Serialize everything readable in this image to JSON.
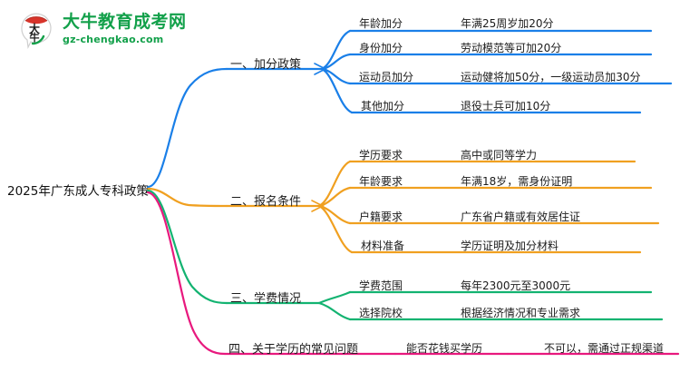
{
  "logo": {
    "brand_cn": "大牛教育成考网",
    "brand_en": "gz-chengkao.com",
    "mark_text": "大牛",
    "colors": {
      "green": "#12a04a",
      "red": "#d8342b"
    }
  },
  "mindmap": {
    "root": "2025年广东成人专科政策",
    "colors": {
      "branch1": "#1a7fe8",
      "branch2": "#f0a020",
      "branch3": "#13b371",
      "branch4": "#e8197e"
    },
    "branches": [
      {
        "label": "一、加分政策",
        "color": "#1a7fe8",
        "children": [
          {
            "label": "年龄加分",
            "value": "年满25周岁加20分"
          },
          {
            "label": "身份加分",
            "value": "劳动模范等可加20分"
          },
          {
            "label": "运动员加分",
            "value": "运动健将加50分，一级运动员加30分"
          },
          {
            "label": "其他加分",
            "value": "退役士兵可加10分"
          }
        ]
      },
      {
        "label": "二、报名条件",
        "color": "#f0a020",
        "children": [
          {
            "label": "学历要求",
            "value": "高中或同等学力"
          },
          {
            "label": "年龄要求",
            "value": "年满18岁，需身份证明"
          },
          {
            "label": "户籍要求",
            "value": "广东省户籍或有效居住证"
          },
          {
            "label": "材料准备",
            "value": "学历证明及加分材料"
          }
        ]
      },
      {
        "label": "三、学费情况",
        "color": "#13b371",
        "children": [
          {
            "label": "学费范围",
            "value": "每年2300元至3000元"
          },
          {
            "label": "选择院校",
            "value": "根据经济情况和专业需求"
          }
        ]
      },
      {
        "label": "四、关于学历的常见问题",
        "color": "#e8197e",
        "children": [
          {
            "label": "能否花钱买学历",
            "value": "不可以，需通过正规渠道"
          }
        ]
      }
    ]
  }
}
